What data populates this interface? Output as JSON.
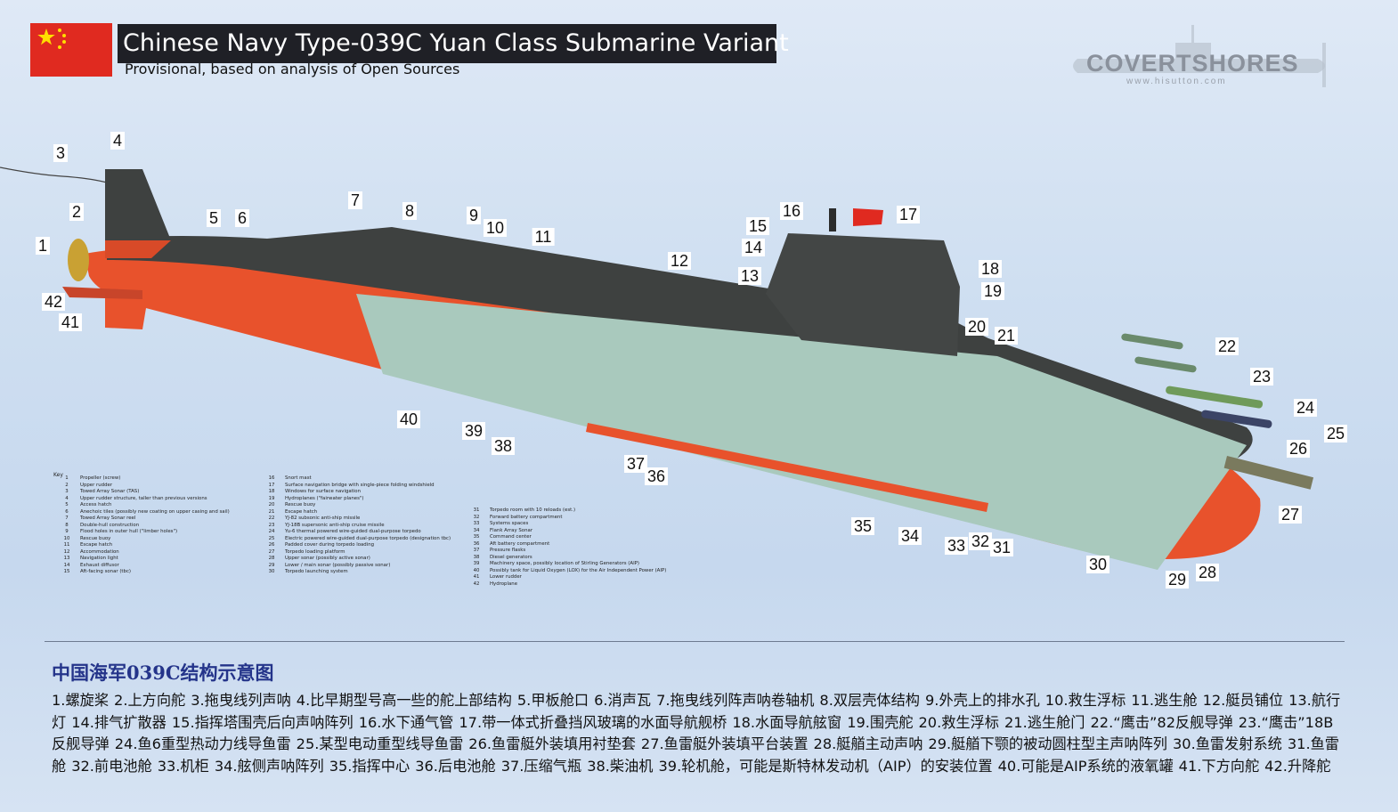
{
  "header": {
    "title": "Chinese Navy Type-039C Yuan Class Submarine Variant",
    "subtitle": "Provisional, based on analysis of Open Sources"
  },
  "logo": {
    "text": "COVERTSHORES",
    "url": "www.hisutton.com"
  },
  "callouts": [
    "1",
    "2",
    "3",
    "4",
    "5",
    "6",
    "7",
    "8",
    "9",
    "10",
    "11",
    "12",
    "13",
    "14",
    "15",
    "16",
    "17",
    "18",
    "19",
    "20",
    "21",
    "22",
    "23",
    "24",
    "25",
    "26",
    "27",
    "28",
    "29",
    "30",
    "31",
    "32",
    "33",
    "34",
    "35",
    "36",
    "37",
    "38",
    "39",
    "40",
    "41",
    "42"
  ],
  "key": {
    "title": "Key",
    "columns": [
      [
        [
          "1",
          "Propeller (screw)"
        ],
        [
          "2",
          "Upper rudder"
        ],
        [
          "3",
          "Towed Array Sonar (TAS)"
        ],
        [
          "4",
          "Upper rudder structure, taller than previous versions"
        ],
        [
          "5",
          "Access hatch"
        ],
        [
          "6",
          "Anechoic tiles (possibly new coating on upper casing and sail)"
        ],
        [
          "7",
          "Towed Array Sonar reel"
        ],
        [
          "8",
          "Double-hull construction"
        ],
        [
          "9",
          "Flood holes in outer hull (\"limber holes\")"
        ],
        [
          "10",
          "Rescue buoy"
        ],
        [
          "11",
          "Escape hatch"
        ],
        [
          "12",
          "Accommodation"
        ],
        [
          "13",
          "Navigation light"
        ],
        [
          "14",
          "Exhaust diffusor"
        ],
        [
          "15",
          "Aft-facing sonar (tbc)"
        ]
      ],
      [
        [
          "16",
          "Snort mast"
        ],
        [
          "17",
          "Surface navigation bridge with single-piece folding windshield"
        ],
        [
          "18",
          "Windows for surface navigation"
        ],
        [
          "19",
          "Hydroplanes (\"fairwater planes\")"
        ],
        [
          "20",
          "Rescue buoy"
        ],
        [
          "21",
          "Escape hatch"
        ],
        [
          "22",
          "YJ-82 subsonic anti-ship missile"
        ],
        [
          "23",
          "YJ-18B supersonic anti-ship cruise missile"
        ],
        [
          "24",
          "Yu-6 thermal powered wire-guided dual-purpose torpedo"
        ],
        [
          "25",
          "Electric powered wire-guided dual-purpose torpedo (designation tbc)"
        ],
        [
          "26",
          "Padded cover during torpedo loading"
        ],
        [
          "27",
          "Torpedo loading platform"
        ],
        [
          "28",
          "Upper sonar (possibly active sonar)"
        ],
        [
          "29",
          "Lower / main sonar (possibly passive sonar)"
        ],
        [
          "30",
          "Torpedo launching system"
        ]
      ],
      [
        [
          "31",
          "Torpedo room with 10 reloads (est.)"
        ],
        [
          "32",
          "Forward battery compartment"
        ],
        [
          "33",
          "Systems spaces"
        ],
        [
          "34",
          "Flank Array Sonar"
        ],
        [
          "35",
          "Command center"
        ],
        [
          "36",
          "Aft battery compartment"
        ],
        [
          "37",
          "Pressure flasks"
        ],
        [
          "38",
          "Diesel generators"
        ],
        [
          "39",
          "Machinery space, possibly location of Stirling Generators (AIP)"
        ],
        [
          "40",
          "Possibly tank for Liquid Oxygen (LOX) for the Air Independent Power (AIP)"
        ],
        [
          "41",
          "Lower rudder"
        ],
        [
          "42",
          "Hydroplane"
        ]
      ]
    ]
  },
  "zh": {
    "title": "中国海军039C结构示意图",
    "items": [
      "1.螺旋桨",
      "2.上方向舵",
      "3.拖曳线列声呐",
      "4.比早期型号高一些的舵上部结构",
      "5.甲板舱口",
      "6.消声瓦",
      "7.拖曳线列阵声呐卷轴机",
      "8.双层壳体结构",
      "9.外壳上的排水孔",
      "10.救生浮标",
      "11.逃生舱",
      "12.艇员铺位",
      "13.航行灯",
      "14.排气扩散器",
      "15.指挥塔围壳后向声呐阵列",
      "16.水下通气管",
      "17.带一体式折叠挡风玻璃的水面导航舰桥",
      "18.水面导航舷窗",
      "19.围壳舵",
      "20.救生浮标",
      "21.逃生舱门",
      "22.“鹰击”82反舰导弹",
      "23.“鹰击”18B反舰导弹",
      "24.鱼6重型热动力线导鱼雷",
      "25.某型电动重型线导鱼雷",
      "26.鱼雷艇外装填用衬垫套",
      "27.鱼雷艇外装填平台装置",
      "28.艇艏主动声呐",
      "29.艇艏下颚的被动圆柱型主声呐阵列",
      "30.鱼雷发射系统",
      "31.鱼雷舱",
      "32.前电池舱",
      "33.机柜",
      "34.舷侧声呐阵列",
      "35.指挥中心",
      "36.后电池舱",
      "37.压缩气瓶",
      "38.柴油机",
      "39.轮机舱，可能是斯特林发动机（AIP）的安装位置",
      "40.可能是AIP系统的液氧罐",
      "41.下方向舵",
      "42.升降舵"
    ]
  },
  "colors": {
    "hull_dark": "#3e4140",
    "hull_red": "#e8522c",
    "interior": "#a9c9bd",
    "title_bg": "#1f2026",
    "flag": "#e02a20",
    "zh_title": "#24348a"
  }
}
